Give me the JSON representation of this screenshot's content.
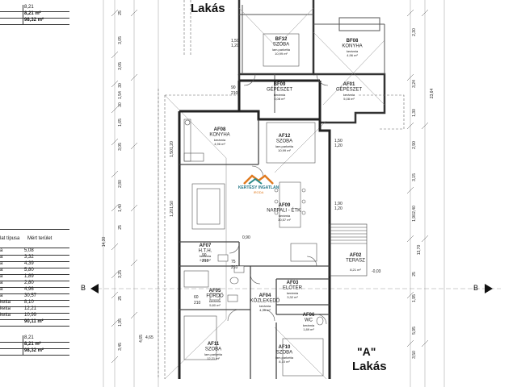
{
  "top_table": {
    "rows": [
      {
        "val": "8,21"
      },
      {
        "val": "8,21 m²",
        "bold": true
      },
      {
        "val": "98,32 m²",
        "bold": true
      }
    ]
  },
  "left_table": {
    "header": [
      "lat típusa",
      "Mért terület"
    ],
    "rows": [
      {
        "type": "a",
        "area": "5,08"
      },
      {
        "type": "a",
        "area": "3,32"
      },
      {
        "type": "a",
        "area": "4,39"
      },
      {
        "type": "a",
        "area": "5,80"
      },
      {
        "type": "a",
        "area": "1,89"
      },
      {
        "type": "a",
        "area": "2,80"
      },
      {
        "type": "a",
        "area": "4,96"
      },
      {
        "type": "a",
        "area": "30,57"
      },
      {
        "type": "ketta",
        "area": "8,10"
      },
      {
        "type": "ketta",
        "area": "12,21"
      },
      {
        "type": "ketta",
        "area": "10,99"
      }
    ],
    "total": "90,11 m²"
  },
  "bottom_table": {
    "rows": [
      {
        "val": "8,21"
      },
      {
        "val": "8,21 m²",
        "bold": true
      },
      {
        "val": "98,32 m²",
        "bold": true
      }
    ]
  },
  "labels": {
    "lakas_top": "Lakás",
    "a_mark": "\"A\"",
    "lakas_bottom": "Lakás",
    "section_b": "B"
  },
  "watermark": {
    "line1": "KERTÉSY INGATLAN",
    "line2": "IRODA"
  },
  "rooms": [
    {
      "code": "BF12",
      "name": "SZOBA",
      "floor": "lam.parketta",
      "area": "10,99 m²"
    },
    {
      "code": "BF08",
      "name": "KONYHA",
      "floor": "kerámia",
      "area": "4,96 m²"
    },
    {
      "code": "BF09",
      "name": "GÉPÉSZET",
      "floor": "kerámia",
      "area": "5,08 m²"
    },
    {
      "code": "AF01",
      "name": "GÉPÉSZET",
      "floor": "kerámia",
      "area": "5,08 m²"
    },
    {
      "code": "AF08",
      "name": "KONYHA",
      "floor": "kerámia",
      "area": "4,96 m²"
    },
    {
      "code": "AF12",
      "name": "SZOBA",
      "floor": "lam.parketta",
      "area": "10,99 m²"
    },
    {
      "code": "AF09",
      "name": "NAPPALI - ÉTK.",
      "floor": "kerámia",
      "area": "30,57 m²"
    },
    {
      "code": "AF07",
      "name": "H.T.H.",
      "floor": "kerámia",
      "area": "2,80 m²"
    },
    {
      "code": "AF02",
      "name": "TERASZ",
      "floor": "",
      "area": "8,21 m²"
    },
    {
      "code": "AF05",
      "name": "FÜRDŐ",
      "floor": "kerámia",
      "area": "5,80 m²"
    },
    {
      "code": "AF04",
      "name": "KÖZLEKEDŐ",
      "floor": "kerámia",
      "area": "4,39 m²"
    },
    {
      "code": "AF03",
      "name": "ELŐTÉR",
      "floor": "kerámia",
      "area": "3,32 m²"
    },
    {
      "code": "AF06",
      "name": "WC",
      "floor": "kerámia",
      "area": "1,89 m²"
    },
    {
      "code": "AF11",
      "name": "SZOBA",
      "floor": "lam.parketta",
      "area": "12,21 m²"
    },
    {
      "code": "AF10",
      "name": "SZOBA",
      "floor": "lam.parketta",
      "area": "8,10 m²"
    }
  ],
  "dims": {
    "left_outer": [
      "25",
      "3,05",
      "3,05",
      "30",
      "1,54",
      "30",
      "1,65",
      "3,05",
      "2,80",
      "14,30",
      "1,40",
      "25",
      "3,25",
      "25",
      "1,95",
      "3,45",
      "4,65"
    ],
    "left_inner": [
      "1,20",
      "1,50",
      "1,50",
      "1,20"
    ],
    "right_outer": [
      "23,64",
      "2,30",
      "3,24",
      "1,30",
      "3,15",
      "2,90",
      "2,40",
      "13,70",
      "1,90",
      "25",
      "1,95",
      "5,95",
      "3,50"
    ],
    "total_left": "23,64",
    "misc": [
      "90",
      "210",
      "90",
      "210",
      "60",
      "210",
      "75",
      "210",
      "-0,03",
      "1,50",
      "1,20",
      "1,90",
      "1,20",
      "1,50",
      "1,20",
      "4,65",
      "0,90"
    ]
  }
}
